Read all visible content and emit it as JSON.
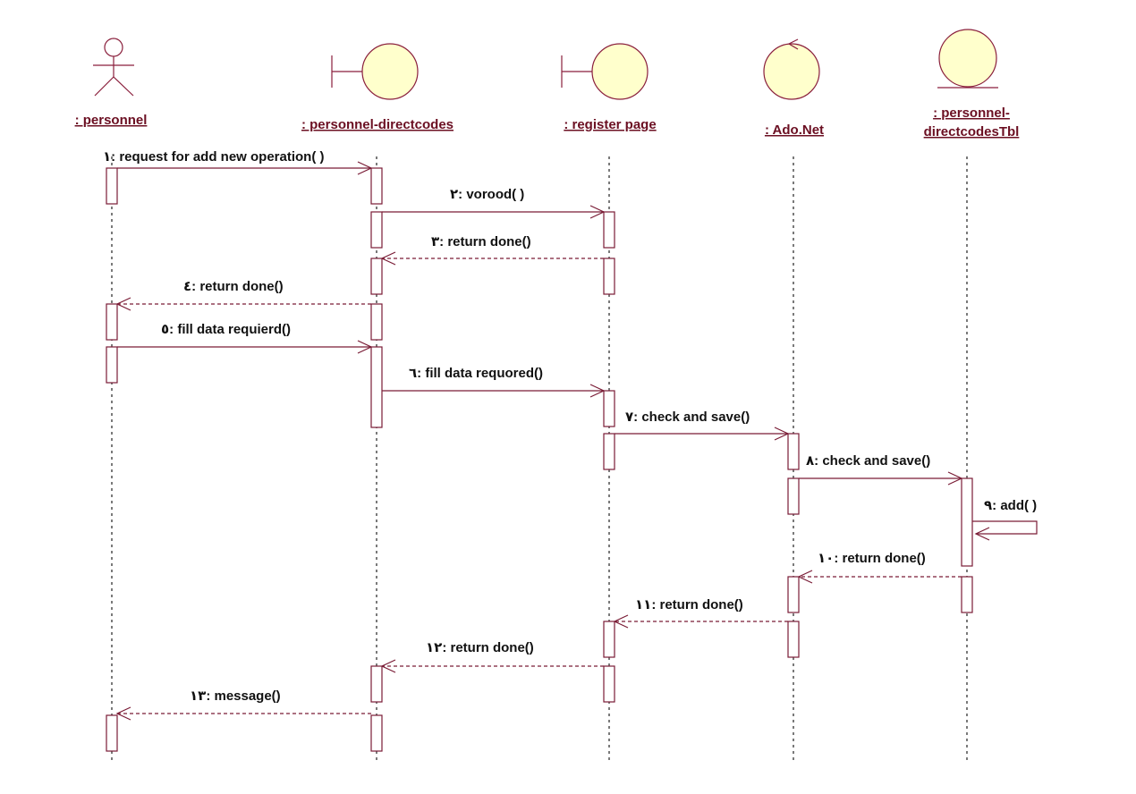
{
  "participants": [
    {
      "id": "personnel",
      "kind": "actor",
      "label": ": personnel"
    },
    {
      "id": "directcodes",
      "kind": "boundary",
      "label": ": personnel-directcodes"
    },
    {
      "id": "register",
      "kind": "boundary",
      "label": ": register page"
    },
    {
      "id": "ado",
      "kind": "control",
      "label": ": Ado.Net"
    },
    {
      "id": "tbl",
      "kind": "entity",
      "label_lines": [
        ": personnel-",
        "directcodesTbl"
      ]
    }
  ],
  "messages": [
    {
      "id": "m1",
      "label": "١: request for add new operation( )",
      "from": "personnel",
      "to": "directcodes",
      "type": "call"
    },
    {
      "id": "m2",
      "label": "٢: vorood( )",
      "from": "directcodes",
      "to": "register",
      "type": "call"
    },
    {
      "id": "m3",
      "label": "٣: return done()",
      "from": "register",
      "to": "directcodes",
      "type": "return"
    },
    {
      "id": "m4",
      "label": "٤: return done()",
      "from": "directcodes",
      "to": "personnel",
      "type": "return"
    },
    {
      "id": "m5",
      "label": "٥: fill data requierd()",
      "from": "personnel",
      "to": "directcodes",
      "type": "call"
    },
    {
      "id": "m6",
      "label": "٦: fill data requored()",
      "from": "directcodes",
      "to": "register",
      "type": "call"
    },
    {
      "id": "m7",
      "label": "٧: check and save()",
      "from": "register",
      "to": "ado",
      "type": "call"
    },
    {
      "id": "m8",
      "label": "٨: check and save()",
      "from": "ado",
      "to": "tbl",
      "type": "call"
    },
    {
      "id": "m9",
      "label": "٩: add( )",
      "from": "tbl",
      "to": "tbl",
      "type": "self"
    },
    {
      "id": "m10",
      "label": "١٠: return done()",
      "from": "tbl",
      "to": "ado",
      "type": "return"
    },
    {
      "id": "m11",
      "label": "١١: return done()",
      "from": "ado",
      "to": "register",
      "type": "return"
    },
    {
      "id": "m12",
      "label": "١٢: return done()",
      "from": "register",
      "to": "directcodes",
      "type": "return"
    },
    {
      "id": "m13",
      "label": "١٣: message()",
      "from": "directcodes",
      "to": "personnel",
      "type": "return"
    }
  ]
}
